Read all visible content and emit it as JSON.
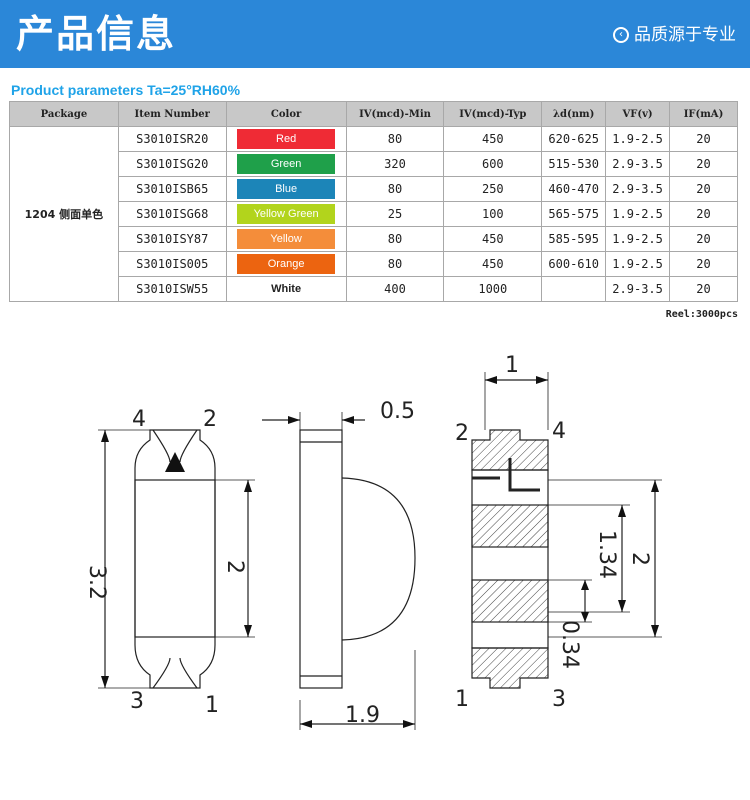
{
  "banner": {
    "title": "产品信息",
    "tagline": "品质源于专业",
    "bg_color": "#2b87d8"
  },
  "params_title": "Product parameters Ta=25°RH60%",
  "table": {
    "headers": [
      "Package",
      "Item Number",
      "Color",
      "IV(mcd)-Min",
      "IV(mcd)-Typ",
      "λd(nm)",
      "VF(v)",
      "IF(mA)"
    ],
    "package": "1204 侧面单色",
    "rows": [
      {
        "item": "S3010ISR20",
        "color": "Red",
        "color_hex": "#ef2b35",
        "iv_min": "80",
        "iv_typ": "450",
        "wavelength": "620-625",
        "vf": "1.9-2.5",
        "if": "20"
      },
      {
        "item": "S3010ISG20",
        "color": "Green",
        "color_hex": "#1fa04a",
        "iv_min": "320",
        "iv_typ": "600",
        "wavelength": "515-530",
        "vf": "2.9-3.5",
        "if": "20"
      },
      {
        "item": "S3010ISB65",
        "color": "Blue",
        "color_hex": "#1c85b8",
        "iv_min": "80",
        "iv_typ": "250",
        "wavelength": "460-470",
        "vf": "2.9-3.5",
        "if": "20"
      },
      {
        "item": "S3010ISG68",
        "color": "Yellow Green",
        "color_hex": "#b2d41c",
        "iv_min": "25",
        "iv_typ": "100",
        "wavelength": "565-575",
        "vf": "1.9-2.5",
        "if": "20"
      },
      {
        "item": "S3010ISY87",
        "color": "Yellow",
        "color_hex": "#f48d3a",
        "iv_min": "80",
        "iv_typ": "450",
        "wavelength": "585-595",
        "vf": "1.9-2.5",
        "if": "20"
      },
      {
        "item": "S3010IS005",
        "color": "Orange",
        "color_hex": "#ec6410",
        "iv_min": "80",
        "iv_typ": "450",
        "wavelength": "600-610",
        "vf": "1.9-2.5",
        "if": "20"
      },
      {
        "item": "S3010ISW55",
        "color": "White",
        "color_hex": "#ffffff",
        "iv_min": "400",
        "iv_typ": "1000",
        "wavelength": "",
        "vf": "2.9-3.5",
        "if": "20"
      }
    ]
  },
  "reel": "Reel:3000pcs",
  "drawing": {
    "front": {
      "height": "3.2",
      "lens": "2",
      "pin_top_left": "4",
      "pin_top_right": "2",
      "pin_bottom_left": "3",
      "pin_bottom_right": "1"
    },
    "side": {
      "thickness": "0.5",
      "depth": "1.9"
    },
    "back": {
      "width": "1",
      "height": "2",
      "pad_pitch": "1.34",
      "pad": "0.34",
      "pin_top_left": "2",
      "pin_top_right": "4",
      "pin_bottom_left": "1",
      "pin_bottom_right": "3"
    }
  }
}
